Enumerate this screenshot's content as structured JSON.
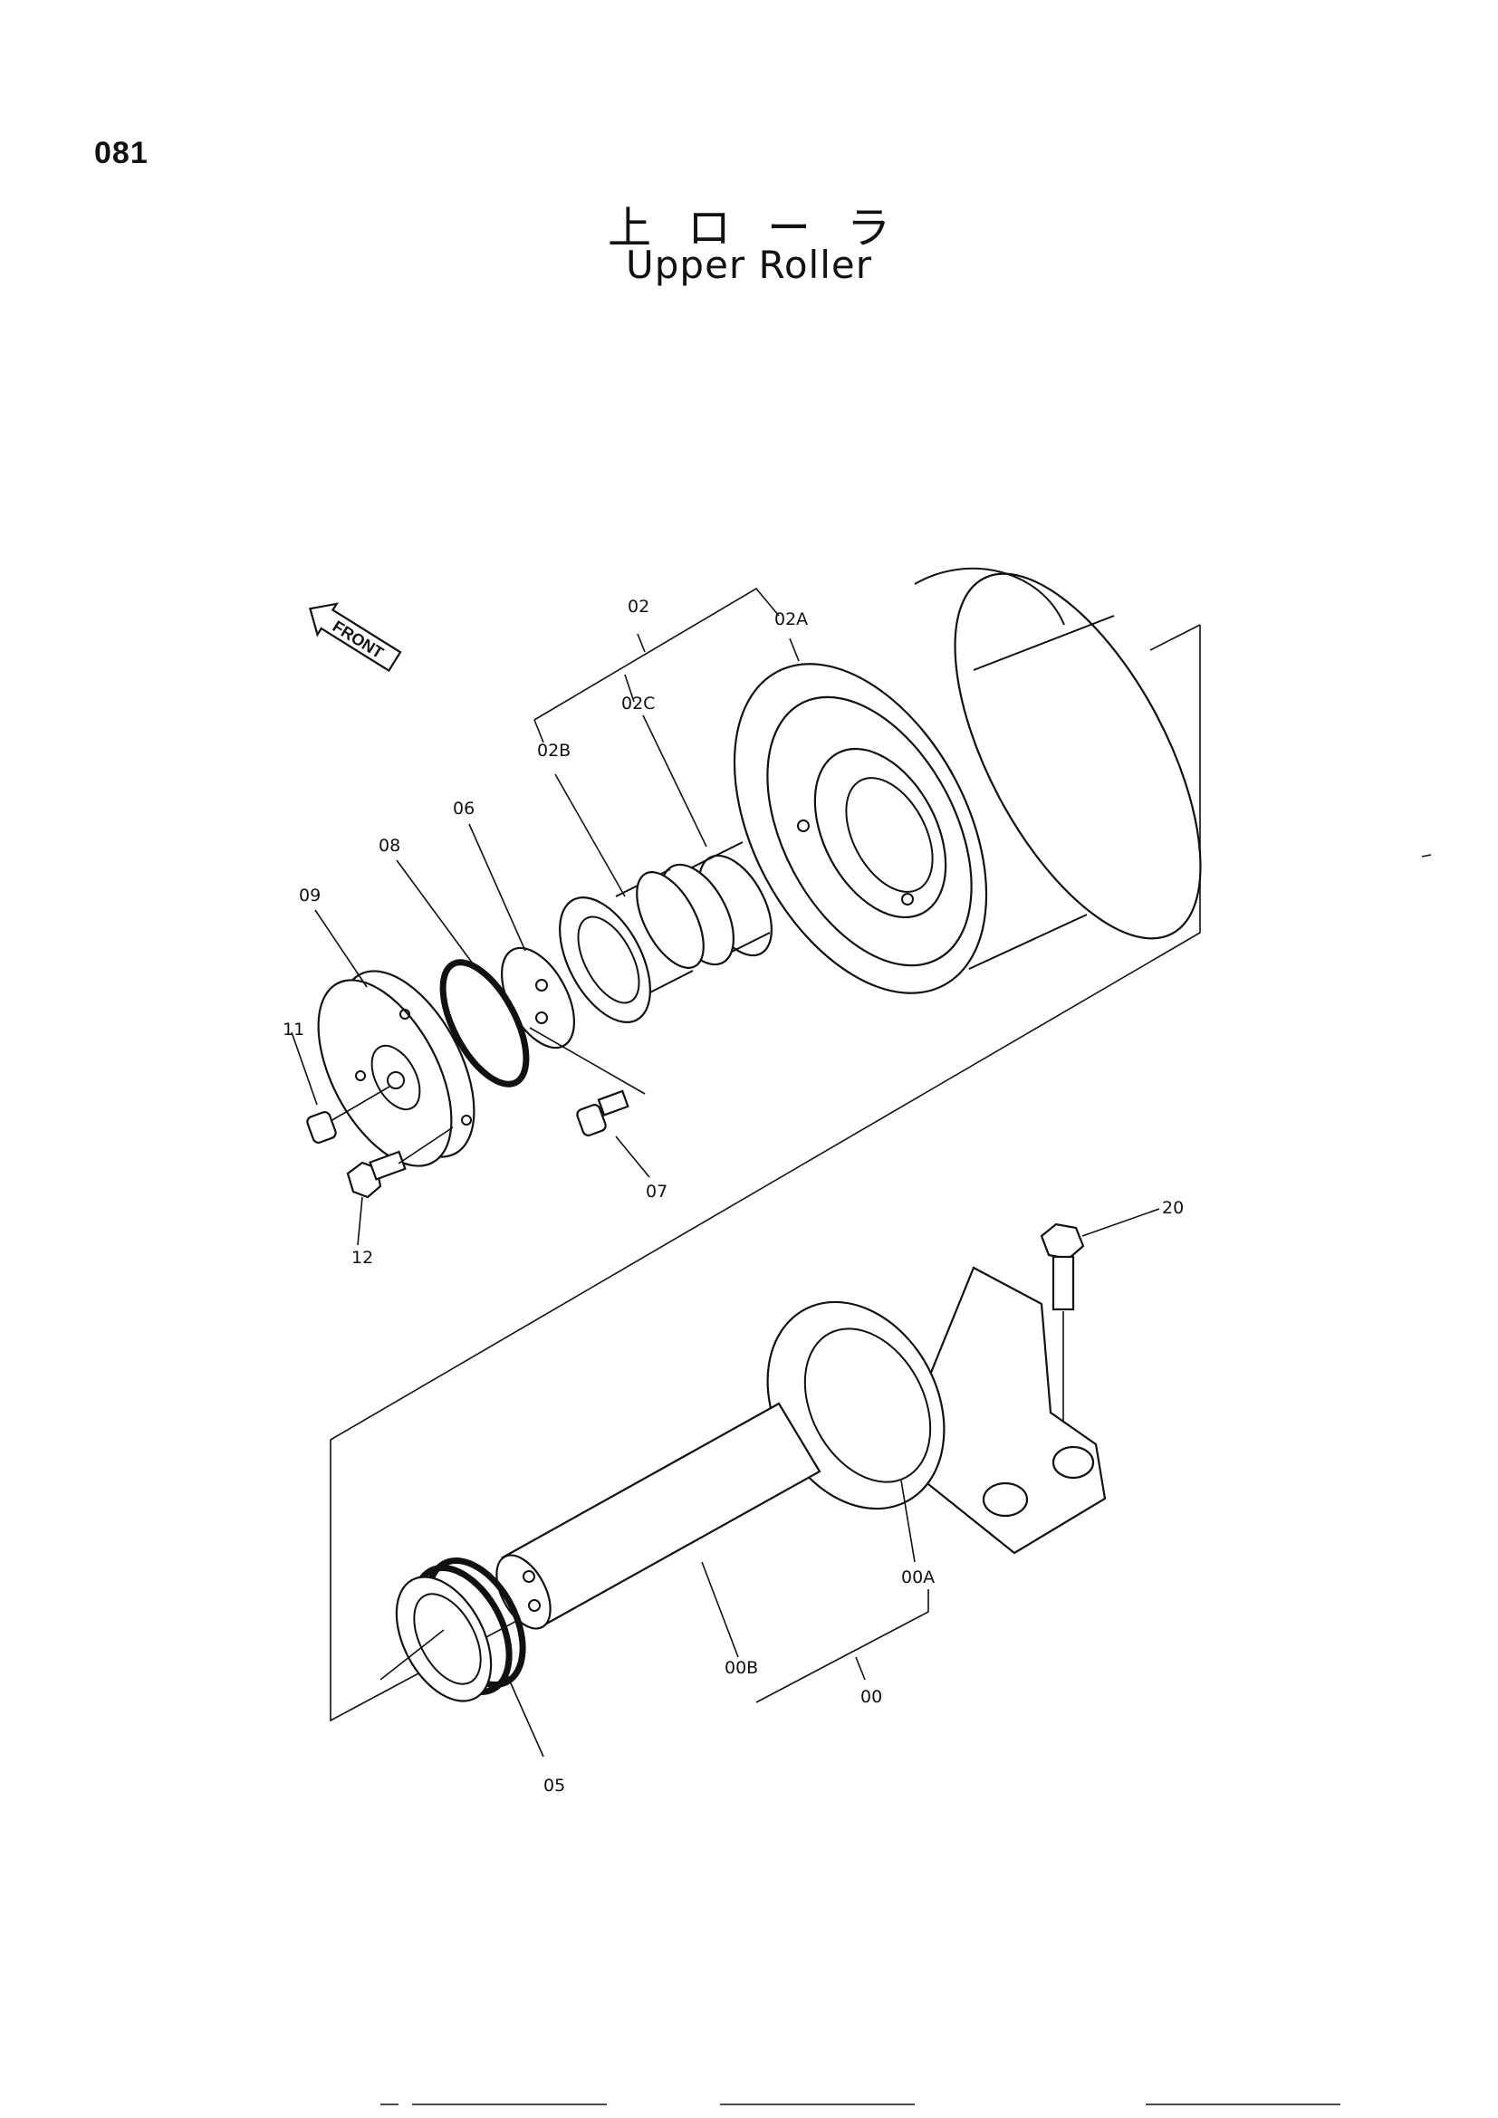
{
  "page": {
    "number": "081",
    "title_jp": "上ローラ",
    "title_en": "Upper Roller"
  },
  "direction_marker": {
    "label": "FRONT",
    "icon": "arrow-left-up-icon"
  },
  "callouts": {
    "c02": "02",
    "c02A": "02A",
    "c02B": "02B",
    "c02C": "02C",
    "c06": "06",
    "c08": "08",
    "c09": "09",
    "c11": "11",
    "c12": "12",
    "c07": "07",
    "c20": "20",
    "c00A": "00A",
    "c00B": "00B",
    "c00": "00",
    "c05": "05"
  }
}
